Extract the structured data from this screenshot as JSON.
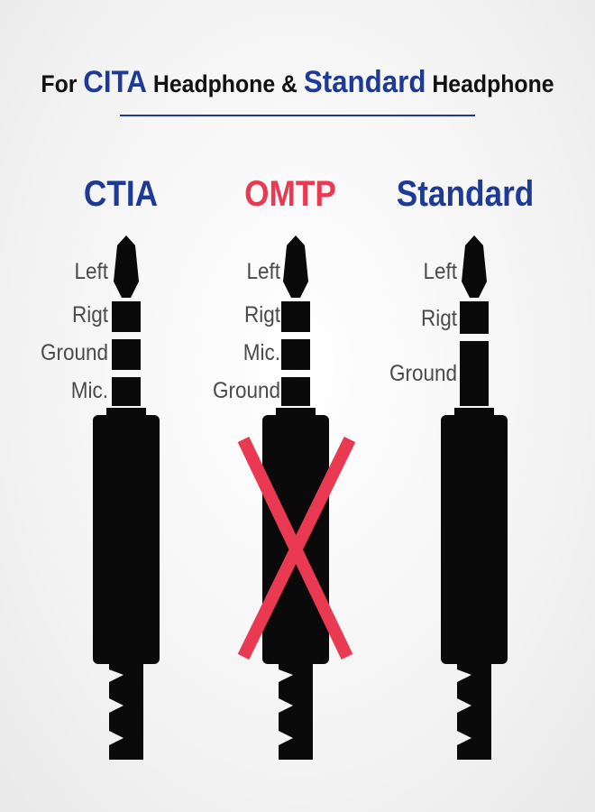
{
  "title": {
    "part1": "For ",
    "brand1": "CITA",
    "part2": " Headphone & ",
    "brand2": "Standard",
    "part3": " Headphone"
  },
  "colors": {
    "title_accent": "#1c3a96",
    "omtp_red": "#ea3a52",
    "plug_black": "#0a0a0a",
    "label_gray": "#4a4a4a"
  },
  "plugs": [
    {
      "heading": "CTIA",
      "rings": 4,
      "labels": [
        "Left",
        "Rigt",
        "Ground",
        "Mic."
      ],
      "crossed_out": false
    },
    {
      "heading": "OMTP",
      "rings": 4,
      "labels": [
        "Left",
        "Rigt",
        "Mic.",
        "Ground"
      ],
      "crossed_out": true
    },
    {
      "heading": "Standard",
      "rings": 3,
      "labels": [
        "Left",
        "Rigt",
        "Ground"
      ],
      "crossed_out": false
    }
  ]
}
